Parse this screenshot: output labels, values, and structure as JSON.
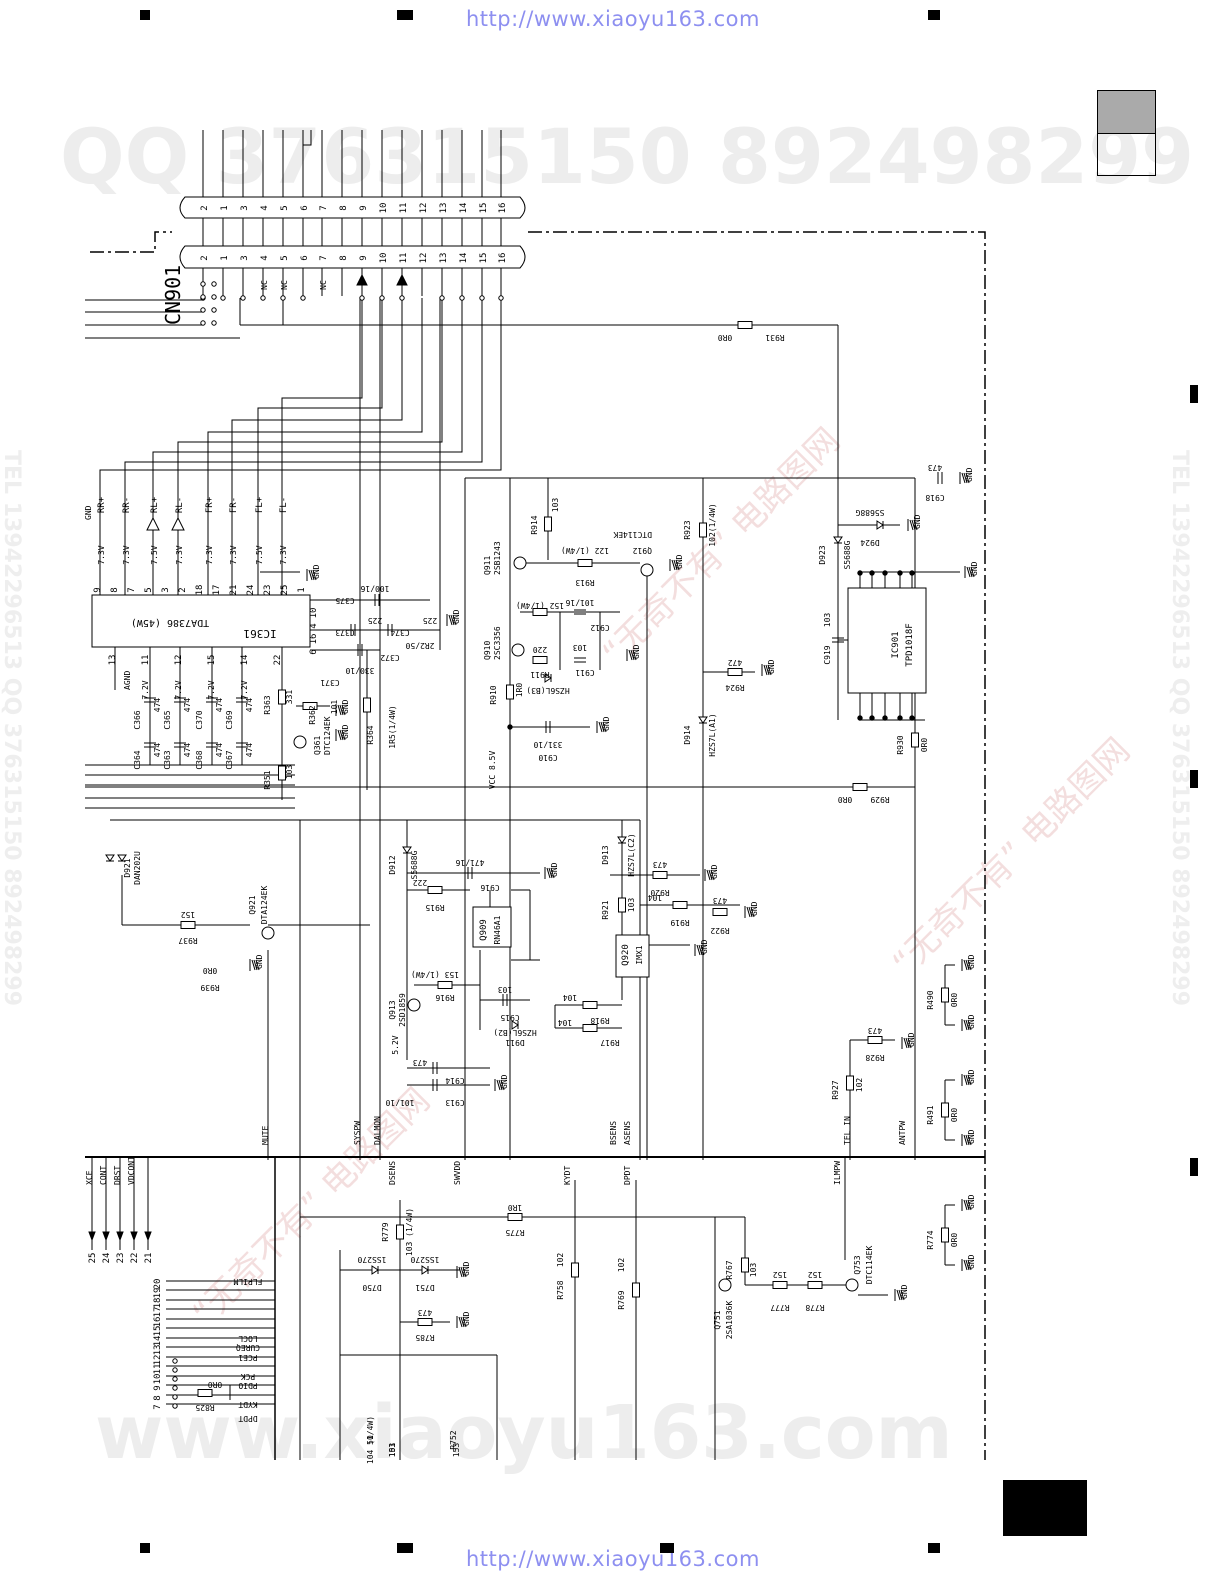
{
  "header": {
    "url_top": "http://www.xiaoyu163.com",
    "url_bottom": "http://www.xiaoyu163.com"
  },
  "watermarks": {
    "qq_line": "QQ 376315150    892498299",
    "bottom_line": "www.xiaoyu163.com",
    "site_cn": "“无奇不有” 电路图网",
    "site_url": "www.xiaoyu163.com",
    "side_text": "TEL 13942296513  QQ 376315150  892498299"
  },
  "connector": {
    "name": "CN901",
    "top_pins": [
      "2",
      "1",
      "3",
      "4",
      "5",
      "6",
      "7",
      "8",
      "9",
      "10",
      "11",
      "12",
      "13",
      "14",
      "15",
      "16"
    ],
    "bottom_pins": [
      "2",
      "1",
      "3",
      "4",
      "5",
      "6",
      "7",
      "8",
      "9",
      "10",
      "11",
      "12",
      "13",
      "14",
      "15",
      "16"
    ],
    "nc_labels": [
      "NC",
      "NC",
      "NC"
    ]
  },
  "amplifier": {
    "ic_label": "IC361",
    "ic_part": "TDA7386 (45W)",
    "outputs": [
      "RR+",
      "RR-",
      "RL+",
      "RL-",
      "FR+",
      "FR-",
      "FL+",
      "FL-"
    ],
    "gnd_label": "GND",
    "voltages": [
      "7.3V",
      "7.3V",
      "7.5V",
      "7.3V",
      "7.3V",
      "7.3V",
      "7.5V",
      "7.3V"
    ],
    "top_pins": [
      "9",
      "8",
      "7",
      "5",
      "3",
      "2",
      "18",
      "17",
      "21",
      "24",
      "23",
      "25",
      "1"
    ],
    "bottom_pins": [
      "13",
      "11",
      "12",
      "15",
      "14",
      "22"
    ],
    "bottom_volts": [
      "7.2V",
      "7.2V",
      "7.2V",
      "7.2V"
    ],
    "side_pins": [
      "10",
      "4",
      "16",
      "6"
    ]
  },
  "parts": [
    {
      "ref": "C366",
      "val": "474"
    },
    {
      "ref": "C365",
      "val": "474"
    },
    {
      "ref": "C370",
      "val": "474"
    },
    {
      "ref": "C369",
      "val": "474"
    },
    {
      "ref": "C364",
      "val": "474"
    },
    {
      "ref": "C363",
      "val": "474"
    },
    {
      "ref": "C368",
      "val": "474"
    },
    {
      "ref": "C367",
      "val": "474"
    },
    {
      "ref": "C375",
      "val": "100/16"
    },
    {
      "ref": "C373",
      "val": "225"
    },
    {
      "ref": "C374",
      "val": "225"
    },
    {
      "ref": "C372",
      "val": "2R2/50"
    },
    {
      "ref": "C371",
      "val": "330/10"
    },
    {
      "ref": "R363",
      "val": "331"
    },
    {
      "ref": "R362",
      "val": "101"
    },
    {
      "ref": "R364",
      "val": "1R5(1/4W)"
    },
    {
      "ref": "R351",
      "val": "103"
    },
    {
      "ref": "Q361",
      "val": "DTC124EK"
    },
    {
      "ref": "Q911",
      "val": "2SB1243"
    },
    {
      "ref": "R914",
      "val": "103"
    },
    {
      "ref": "R913",
      "val": "122 (1/4W)"
    },
    {
      "ref": "Q912",
      "val": "DTC114EK"
    },
    {
      "ref": "Q910",
      "val": "2SC3356"
    },
    {
      "ref": "R912",
      "val": "152 (1/4W)"
    },
    {
      "ref": "R911",
      "val": "220"
    },
    {
      "ref": "C912",
      "val": "101/16"
    },
    {
      "ref": "C911",
      "val": "103"
    },
    {
      "ref": "D910",
      "val": "HZS6L(B3)"
    },
    {
      "ref": "R910",
      "val": "1R0"
    },
    {
      "ref": "C910",
      "val": "331/10"
    },
    {
      "ref": "R923",
      "val": "102(1/4W)"
    },
    {
      "ref": "R924",
      "val": "472"
    },
    {
      "ref": "D914",
      "val": "HZS7L(A1)"
    },
    {
      "ref": "D923",
      "val": "S5688G"
    },
    {
      "ref": "D924",
      "val": "S5688G"
    },
    {
      "ref": "C918",
      "val": "473"
    },
    {
      "ref": "C919",
      "val": "103"
    },
    {
      "ref": "IC901",
      "val": "TPD1018F"
    },
    {
      "ref": "R930",
      "val": "0R0"
    },
    {
      "ref": "R929",
      "val": "0R0"
    },
    {
      "ref": "R931",
      "val": "0R0"
    },
    {
      "ref": "D912",
      "val": "S5688G"
    },
    {
      "ref": "C916",
      "val": "471/16"
    },
    {
      "ref": "R915",
      "val": "222"
    },
    {
      "ref": "Q909",
      "val": "RN46A1"
    },
    {
      "ref": "D913",
      "val": "HZS7L(C2)"
    },
    {
      "ref": "R920",
      "val": "473"
    },
    {
      "ref": "R921",
      "val": "103"
    },
    {
      "ref": "R919",
      "val": "104"
    },
    {
      "ref": "R922",
      "val": "473"
    },
    {
      "ref": "Q920",
      "val": "IMX1"
    },
    {
      "ref": "Q913",
      "val": "2SD1859"
    },
    {
      "ref": "R916",
      "val": "153 (1/4W)"
    },
    {
      "ref": "C915",
      "val": "103"
    },
    {
      "ref": "D911",
      "val": "HZS6L(B2)"
    },
    {
      "ref": "R918",
      "val": "104"
    },
    {
      "ref": "R917",
      "val": "104"
    },
    {
      "ref": "C914",
      "val": "473"
    },
    {
      "ref": "C913",
      "val": "101/10"
    },
    {
      "ref": "D921",
      "val": "DAN202U"
    },
    {
      "ref": "Q921",
      "val": "DTA124EK"
    },
    {
      "ref": "R937",
      "val": "152"
    },
    {
      "ref": "R939",
      "val": "0R0"
    },
    {
      "ref": "R928",
      "val": "473"
    },
    {
      "ref": "R927",
      "val": "102"
    },
    {
      "ref": "R490",
      "val": "0R0"
    },
    {
      "ref": "R491",
      "val": "0R0"
    },
    {
      "ref": "R774",
      "val": "0R0"
    },
    {
      "ref": "R779",
      "val": "103 (1/4W)"
    },
    {
      "ref": "D750",
      "val": "1SS270"
    },
    {
      "ref": "D751",
      "val": "1SS270"
    },
    {
      "ref": "R785",
      "val": "473"
    },
    {
      "ref": "R775",
      "val": "1R0"
    },
    {
      "ref": "R758",
      "val": "102"
    },
    {
      "ref": "R769",
      "val": "102"
    },
    {
      "ref": "Q751",
      "val": "2SA1036K"
    },
    {
      "ref": "R767",
      "val": "103"
    },
    {
      "ref": "R777",
      "val": "152"
    },
    {
      "ref": "R778",
      "val": "152"
    },
    {
      "ref": "Q753",
      "val": "DTC114EK"
    },
    {
      "ref": "R825",
      "val": "0R0"
    }
  ],
  "nets": {
    "bus_top": [
      "MUTE",
      "SYSPW",
      "DALMON",
      "BSENS",
      "ASENS",
      "TEL IN",
      "ANTPW"
    ],
    "bus_bottom": [
      "XCE",
      "CONT",
      "DRST",
      "VDCONT",
      "DSENS",
      "SWVDD",
      "KYDT",
      "DPDT",
      "ILMPW"
    ],
    "ctrl_pins": [
      "25",
      "24",
      "23",
      "22",
      "21"
    ],
    "io_labels": [
      "FLPILM",
      "LOCL",
      "CUREQ",
      "PCE1",
      "PCK",
      "PDIO",
      "KYDT",
      "DPDT"
    ],
    "io_pins": [
      "20",
      "19",
      "18",
      "17",
      "16",
      "15",
      "14",
      "13",
      "12",
      "11",
      "10",
      "9",
      "8",
      "7"
    ],
    "vcc": "VCC 8.5V",
    "v52": "5.2V",
    "bottom_refs": [
      "50",
      "151",
      "104 (1/4W)",
      "103",
      "R752",
      "153"
    ]
  }
}
